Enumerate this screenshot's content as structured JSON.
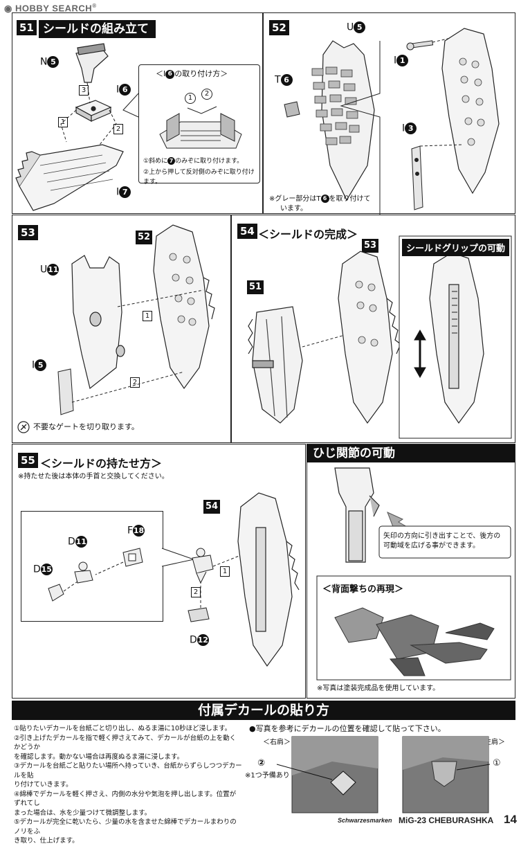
{
  "watermark": {
    "text": "HOBBY SEARCH",
    "reg_mark": "®"
  },
  "step51": {
    "number": "51",
    "title": "シールドの組み立て",
    "labels": {
      "n5": "N",
      "n5_num": "5",
      "i6": "I",
      "i6_num": "6",
      "i7": "I",
      "i7_num": "7"
    },
    "order": [
      "1",
      "2",
      "3"
    ],
    "callout": {
      "heading": "＜I",
      "heading_num": "6",
      "heading_rest": "の取り付け方＞",
      "marks": [
        "1",
        "2"
      ],
      "note1": "①斜めに",
      "note1_num": "7",
      "note1_rest": "のみぞに取り付けます。",
      "note2": "②上から押して反対側のみぞに取り付けます。"
    }
  },
  "step52": {
    "number": "52",
    "labels": {
      "u5": "U",
      "u5_num": "5",
      "t6": "T",
      "t6_num": "6",
      "i1": "I",
      "i1_num": "1",
      "i3": "I",
      "i3_num": "3"
    },
    "note_a": "※グレー部分はT",
    "note_num": "6",
    "note_b": "を取り付けて",
    "note_c": "います。"
  },
  "step53": {
    "number": "53",
    "ref": "52",
    "labels": {
      "u11": "U",
      "u11_num": "11",
      "i5": "I",
      "i5_num": "5"
    },
    "order": [
      "1",
      "2"
    ],
    "gate_note": "不要なゲートを切り取ります。"
  },
  "step54": {
    "number": "54",
    "title": "＜シールドの完成＞",
    "refs": [
      "51",
      "53"
    ],
    "grip_title": "シールドグリップの可動"
  },
  "step55": {
    "number": "55",
    "title": "＜シールドの持たせ方＞",
    "note": "※持たせた後は本体の手首と交換してください。",
    "ref": "54",
    "labels": {
      "d11": "D",
      "d11_num": "11",
      "f18": "F",
      "f18_num": "18",
      "d15": "D",
      "d15_num": "15",
      "d12": "D",
      "d12_num": "12"
    },
    "order": [
      "1",
      "2"
    ]
  },
  "elbow": {
    "title": "ひじ関節の可動",
    "desc1": "矢印の方向に引き出すことで、後方の",
    "desc2": "可動域を広げる事ができます。",
    "back_title": "＜背面撃ちの再現＞",
    "photo_note": "※写真は塗装完成品を使用しています。"
  },
  "decal": {
    "title": "付属デカールの貼り方",
    "steps": [
      "①貼りたいデカールを台紙ごと切り出し、ぬるま湯に10秒ほど浸します。",
      "②引き上げたデカールを指で軽く押さえてみて、デカールが台紙の上を動くかどうか",
      "を確認します。動かない場合は再度ぬるま湯に浸します。",
      "③デカールを台紙ごと貼りたい場所へ持っていき、台紙からずらしつつデカールを貼",
      "り付けていきます。",
      "④綿棒でデカールを軽く押さえ、内側の水分や気泡を押し出します。位置がずれてし",
      "まった場合は、水を少量つけて微調整します。",
      "⑤デカールが完全に乾いたら、少量の水を含ませた綿棒でデカールまわりのノリをふ",
      "き取り、仕上げます。"
    ],
    "photo_ref": "●写真を参考にデカールの位置を確認して貼って下さい。",
    "right_shoulder": "＜右肩＞",
    "left_shoulder": "＜左肩＞",
    "mark2": "②",
    "mark1": "①",
    "spare": "※1つ予備あり"
  },
  "footer": {
    "series": "Schwarzesmarken",
    "model": "MiG-23 CHEBURASHKA",
    "page": "14"
  }
}
